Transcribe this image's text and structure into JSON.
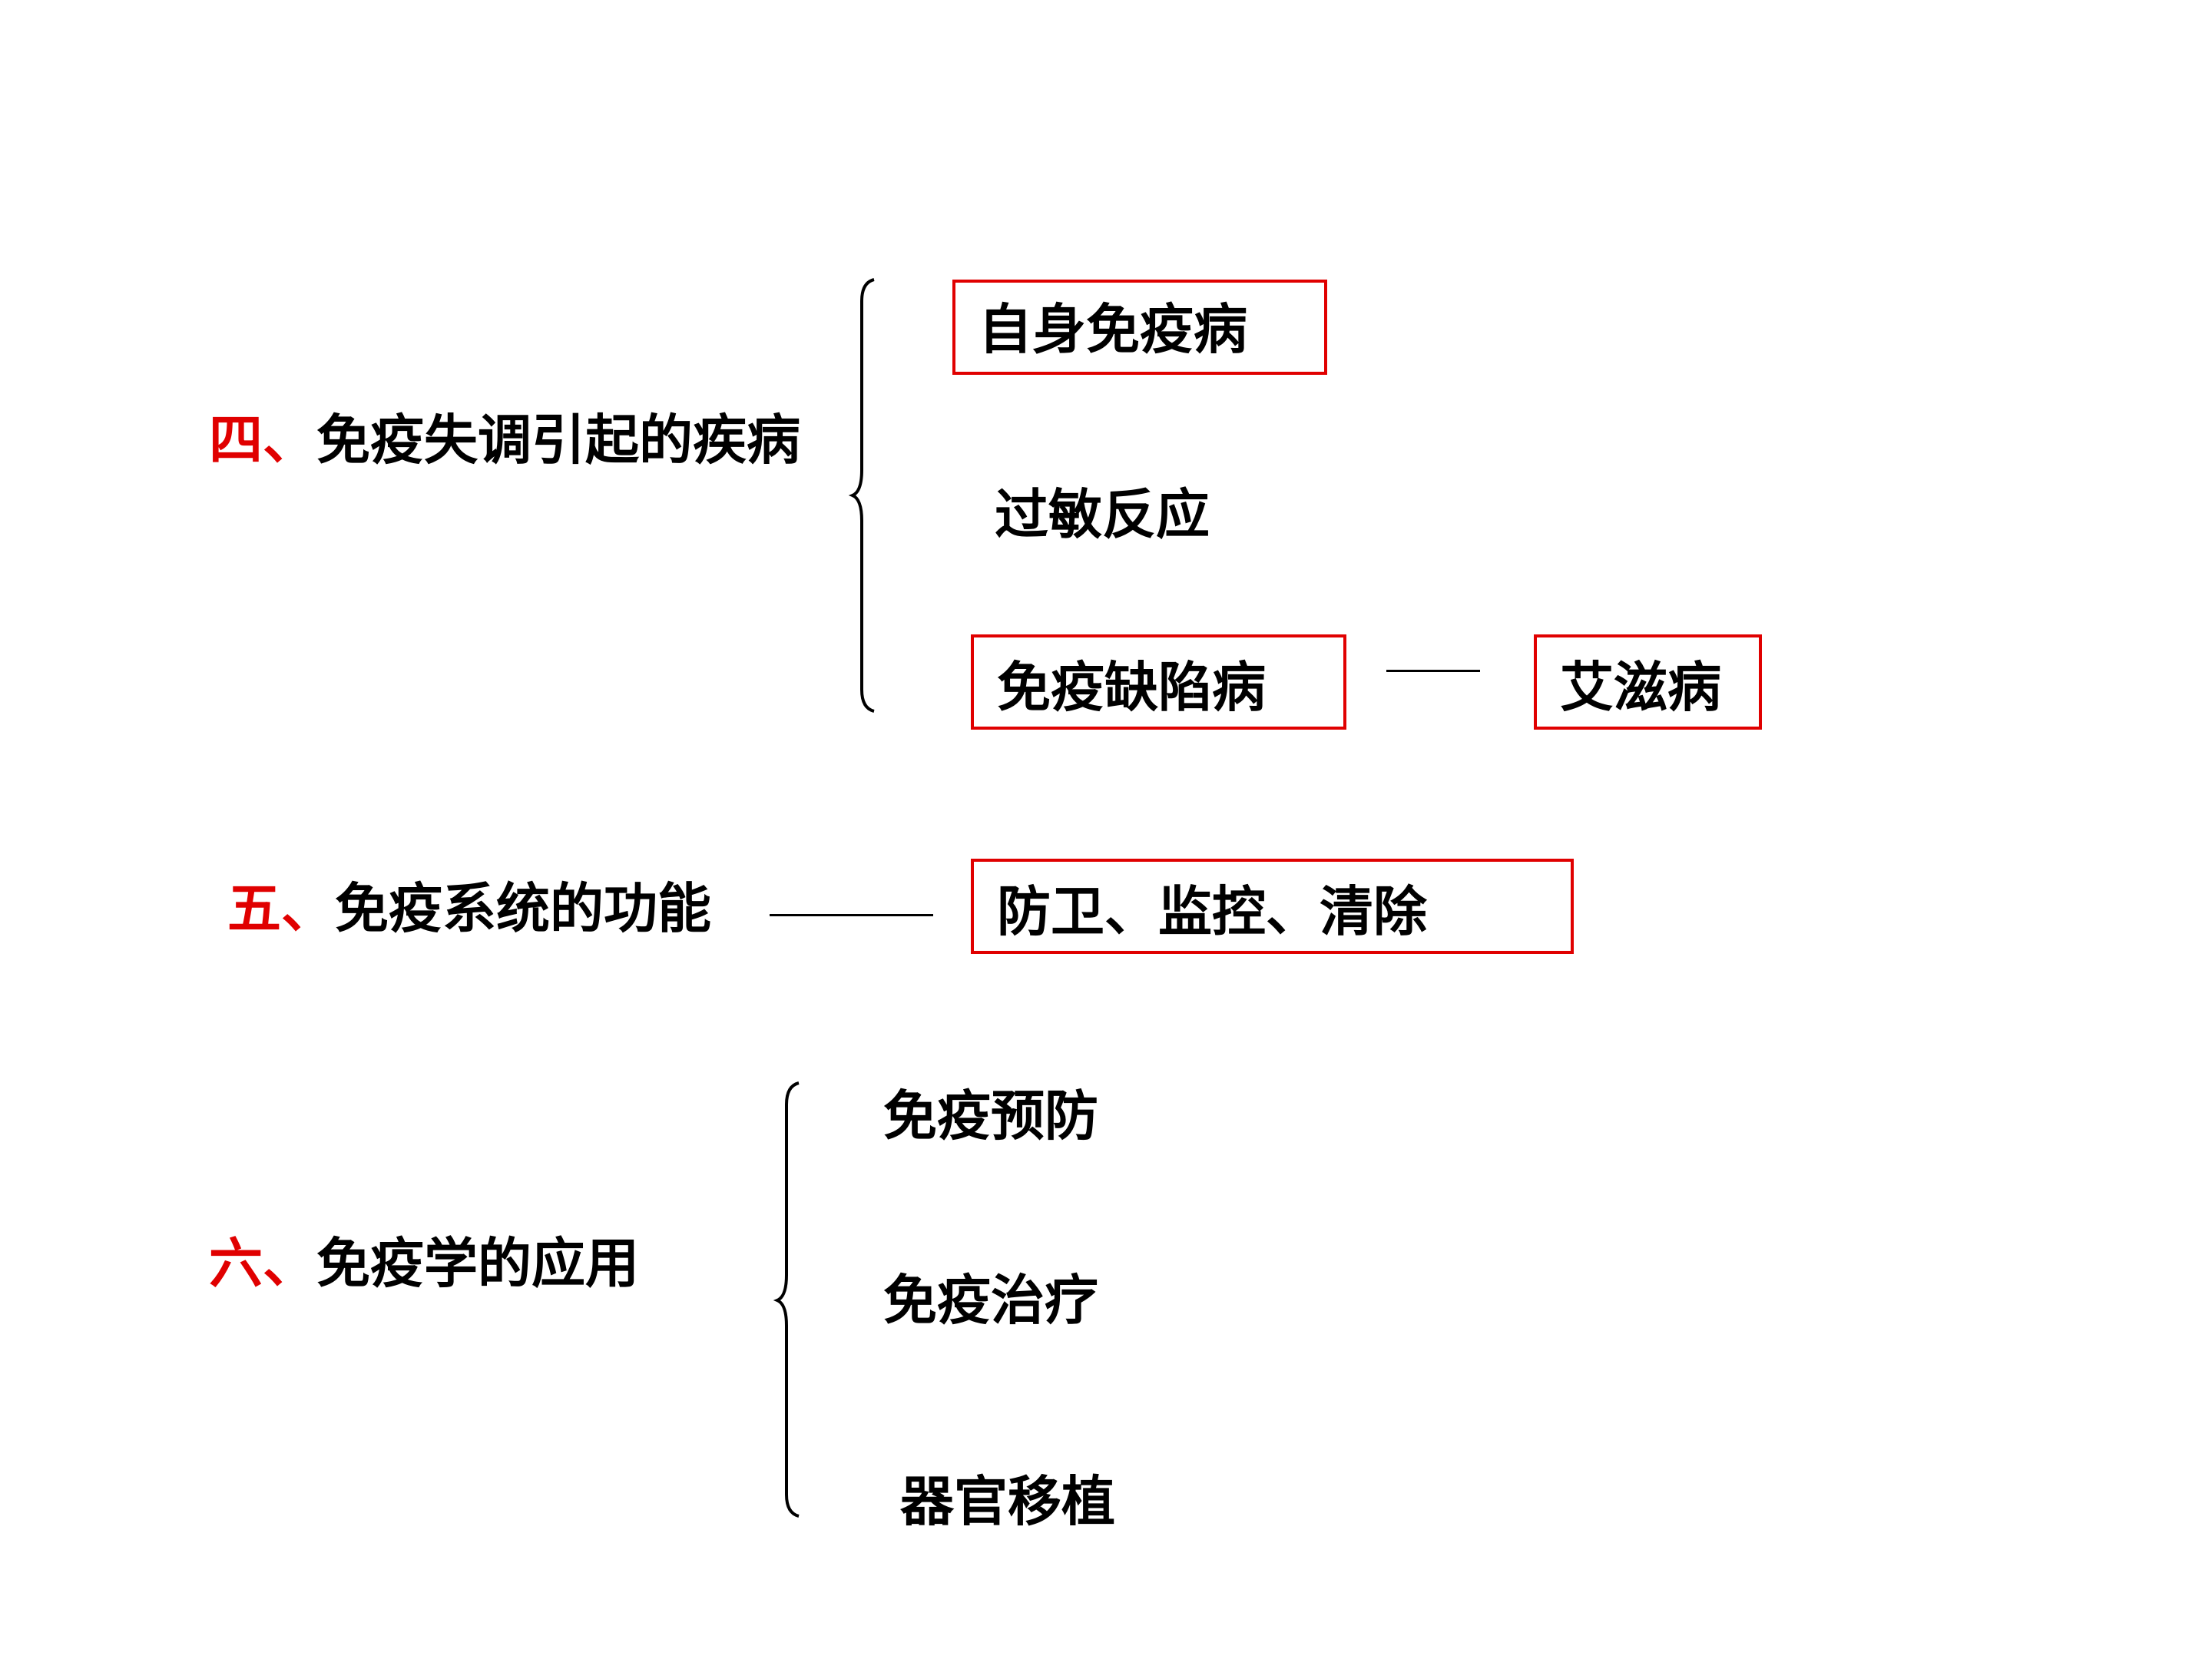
{
  "section4": {
    "number": "四、",
    "title": "免疫失调引起的疾病",
    "items": {
      "autoimmune": "自身免疫病",
      "allergy": "过敏反应",
      "immunodeficiency": "免疫缺陷病",
      "aids": "艾滋病"
    }
  },
  "section5": {
    "number": "五、",
    "title": "免疫系统的功能",
    "functions": "防卫、监控、清除"
  },
  "section6": {
    "number": "六、",
    "title": "免疫学的应用",
    "items": {
      "prevention": "免疫预防",
      "therapy": "免疫治疗",
      "transplant": "器官移植"
    }
  },
  "colors": {
    "accent": "#e00000",
    "text": "#000000",
    "background": "#ffffff"
  }
}
